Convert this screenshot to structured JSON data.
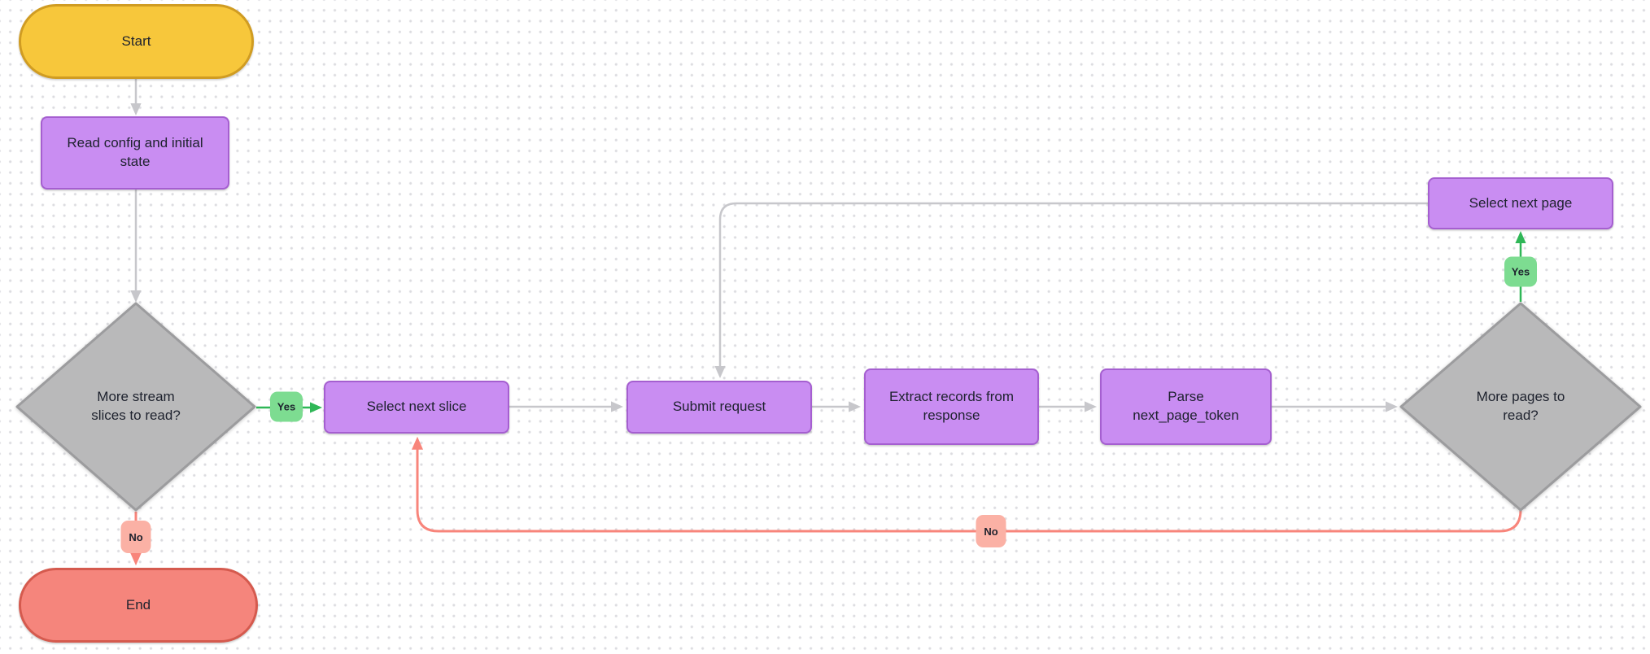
{
  "diagram": {
    "nodes": {
      "start": {
        "label": "Start",
        "type": "terminal-start"
      },
      "read_config": {
        "label": "Read config and initial state",
        "type": "process"
      },
      "more_slices": {
        "label": "More stream slices to read?",
        "type": "decision"
      },
      "select_next_slice": {
        "label": "Select next slice",
        "type": "process"
      },
      "submit_request": {
        "label": "Submit request",
        "type": "process"
      },
      "extract_records": {
        "label": "Extract records from response",
        "type": "process"
      },
      "parse_token": {
        "label": "Parse next_page_token",
        "type": "process"
      },
      "more_pages": {
        "label": "More pages to read?",
        "type": "decision"
      },
      "select_next_page": {
        "label": "Select next page",
        "type": "process"
      },
      "end": {
        "label": "End",
        "type": "terminal-end"
      }
    },
    "edge_labels": {
      "slices_yes": "Yes",
      "slices_no": "No",
      "pages_yes": "Yes",
      "pages_no": "No"
    },
    "colors": {
      "process_fill": "#c98df2",
      "process_border": "#a55fd0",
      "start_fill": "#f7c73b",
      "start_border": "#d09c22",
      "end_fill": "#f5857c",
      "end_border": "#d55a4e",
      "decision_fill": "#b9b9ba",
      "decision_border": "#9c9c9e",
      "edge_gray": "#c7c7cb",
      "edge_green": "#2fb757",
      "edge_red": "#f8857b",
      "label_yes_bg": "#7ddc91",
      "label_no_bg": "#fbb1a5",
      "text": "#1e222e"
    }
  }
}
